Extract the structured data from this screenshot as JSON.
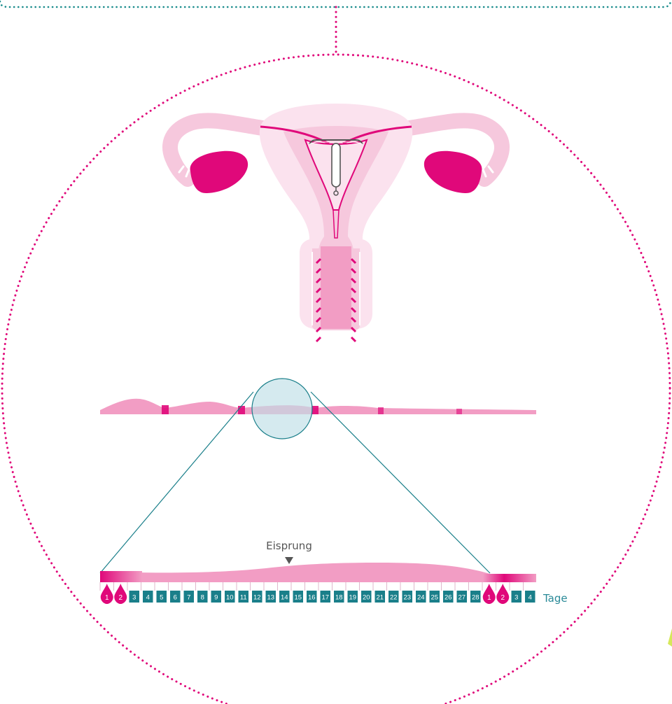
{
  "labels": {
    "ovulation": "Eisprung",
    "days_unit": "Tage"
  },
  "cycle": {
    "bleeding_days_start": [
      "1",
      "2"
    ],
    "cycle_days": [
      "3",
      "4",
      "5",
      "6",
      "7",
      "8",
      "9",
      "10",
      "11",
      "12",
      "13",
      "14",
      "15",
      "16",
      "17",
      "18",
      "19",
      "20",
      "21",
      "22",
      "23",
      "24",
      "25",
      "26",
      "27",
      "28"
    ],
    "bleeding_days_next": [
      "1",
      "2"
    ],
    "trailing_days": [
      "3",
      "4"
    ]
  },
  "colors": {
    "magenta": "#e0087a",
    "pink_light": "#f6c8dd",
    "pink_mid": "#f29dc4",
    "teal": "#1a7f8a",
    "lens_fill": "#bfdfe6",
    "text_gray": "#555555",
    "teal_text": "#2a8a98"
  },
  "icons": {
    "uterus": "uterus-illustration",
    "iud": "hormone-iud-icon",
    "drop": "blood-drop-icon",
    "magnifier": "magnifier-lens-icon",
    "marker": "triangle-down-icon"
  }
}
